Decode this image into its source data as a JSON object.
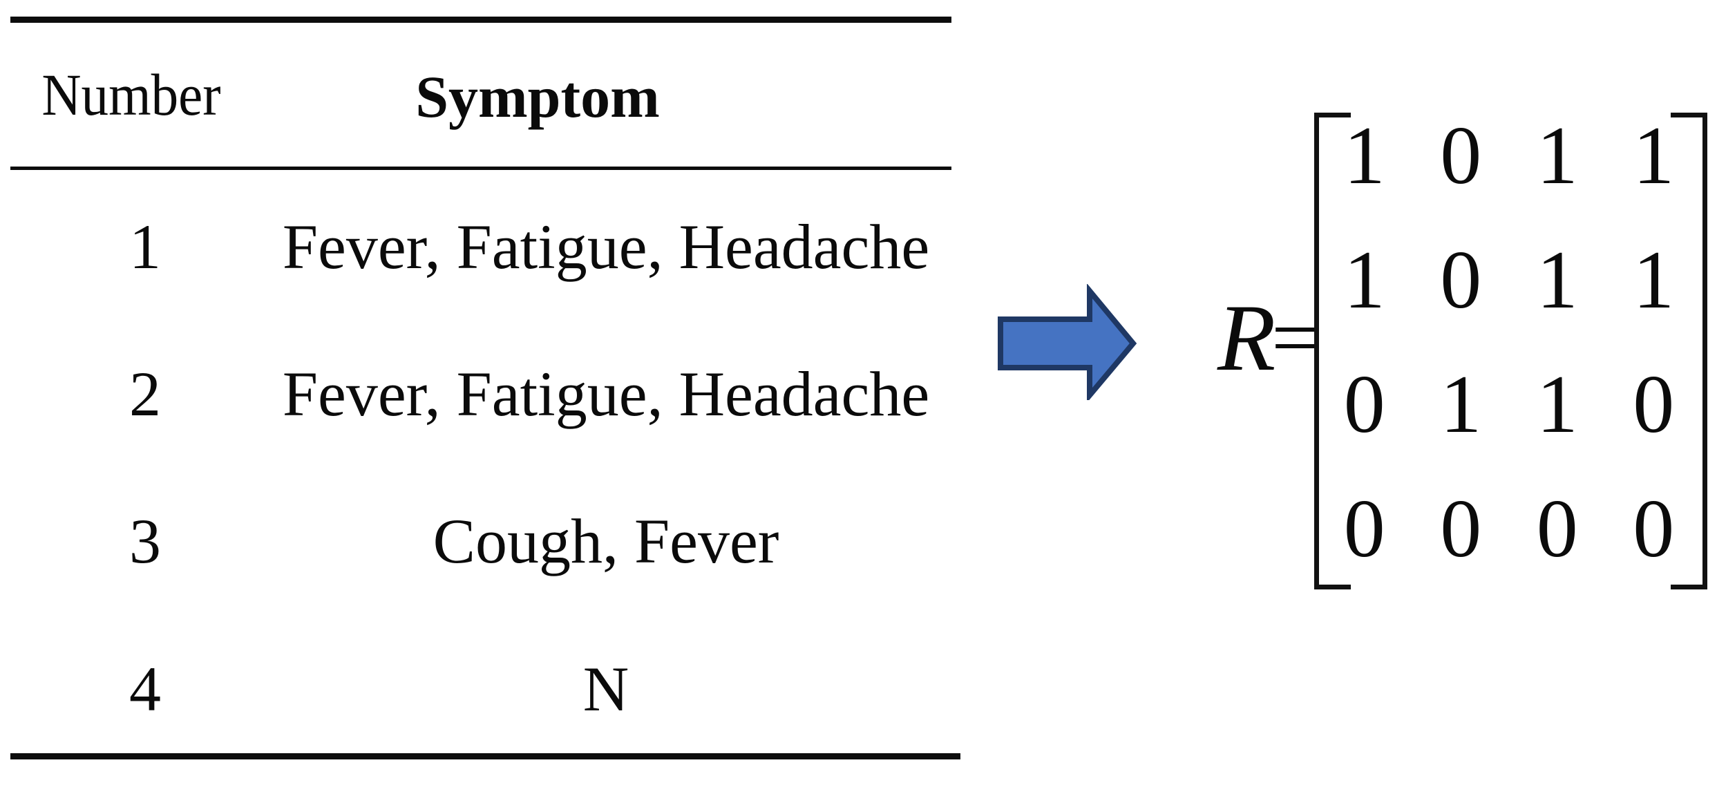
{
  "table": {
    "headers": {
      "number": "Number",
      "symptom": "Symptom"
    },
    "rows": [
      {
        "number": "1",
        "symptom": "Fever, Fatigue, Headache"
      },
      {
        "number": "2",
        "symptom": "Fever, Fatigue, Headache"
      },
      {
        "number": "3",
        "symptom": "Cough, Fever"
      },
      {
        "number": "4",
        "symptom": "N"
      }
    ]
  },
  "arrow": {
    "direction": "right",
    "fill": "#4573C2",
    "stroke": "#1F3864"
  },
  "matrix": {
    "label": "R",
    "equals": "=",
    "rows": [
      [
        "1",
        "0",
        "1",
        "1"
      ],
      [
        "1",
        "0",
        "1",
        "1"
      ],
      [
        "0",
        "1",
        "1",
        "0"
      ],
      [
        "0",
        "0",
        "0",
        "0"
      ]
    ]
  },
  "colors": {
    "background": "#ffffff",
    "text": "#0b0b0b",
    "rule": "#0d0d0d"
  }
}
